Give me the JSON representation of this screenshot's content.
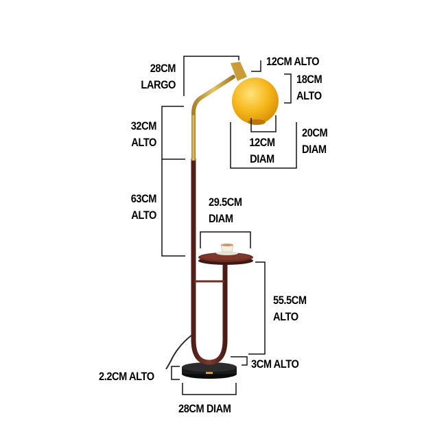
{
  "dimensions": {
    "shade_arm_width": [
      "28CM",
      "LARGO"
    ],
    "cap_height": "12CM ALTO",
    "shade_height": [
      "18CM",
      "ALTO"
    ],
    "shade_diameter": [
      "20CM",
      "DIAM"
    ],
    "shade_opening_diameter": [
      "12CM",
      "DIAM"
    ],
    "upper_pole_height": [
      "32CM",
      "ALTO"
    ],
    "lower_pole_height": [
      "63CM",
      "ALTO"
    ],
    "table_diameter": [
      "29.5CM",
      "DIAM"
    ],
    "table_height": [
      "55.5CM",
      "ALTO"
    ],
    "base_riser_height": "3CM ALTO",
    "base_thickness": "2.2CM ALTO",
    "base_diameter": "28CM DIAM"
  },
  "colors": {
    "brass": "#c9a23a",
    "brown": "#6b2e25",
    "shade_yellow": "#f2b21a",
    "base_black": "#151515",
    "line": "#111111"
  }
}
